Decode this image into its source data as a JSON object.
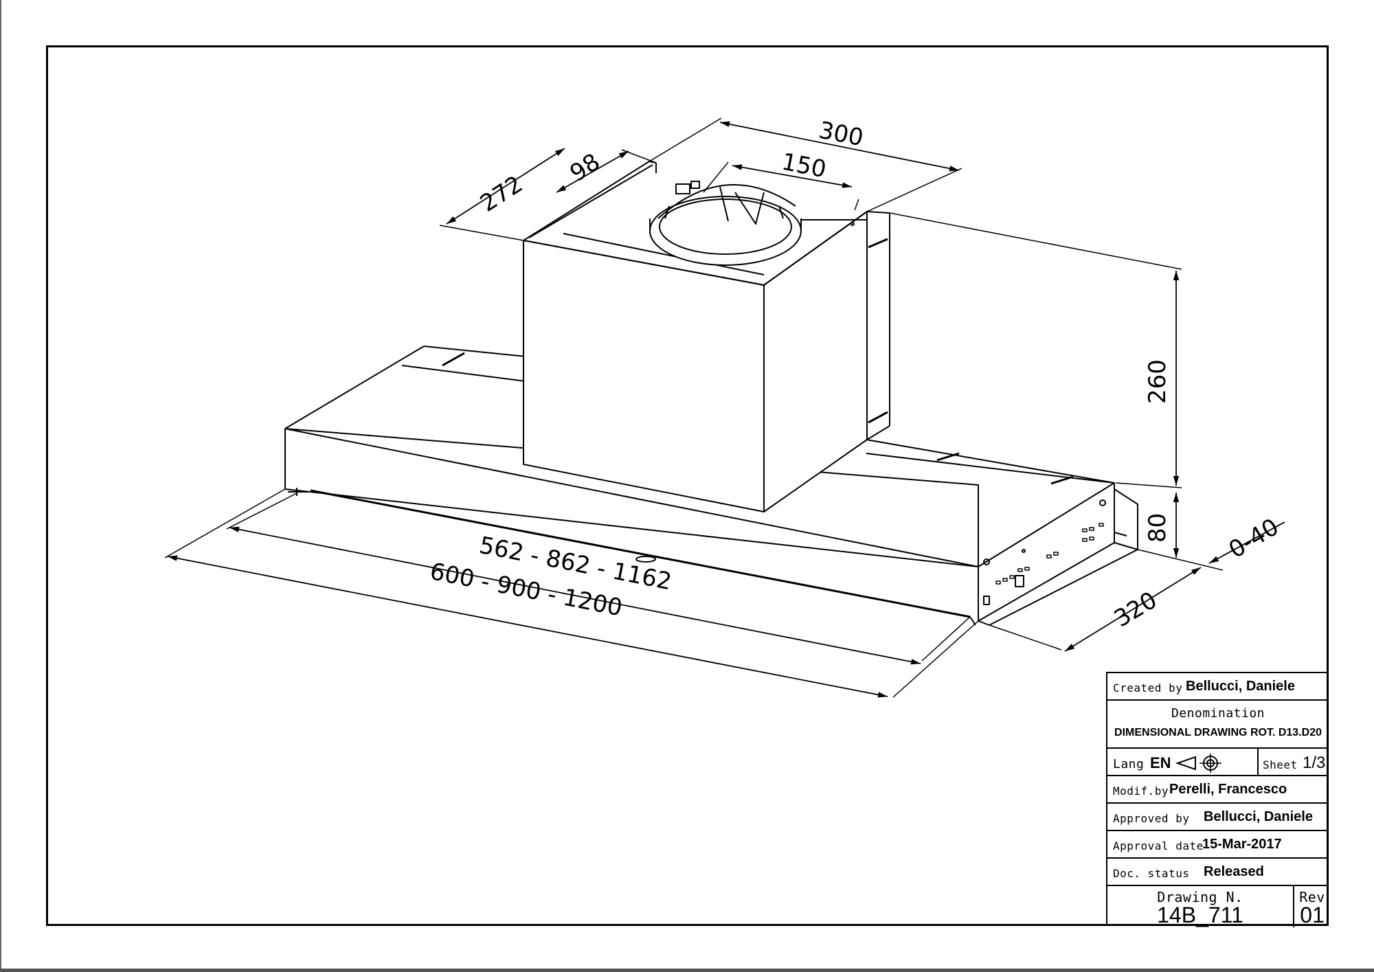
{
  "dimensions": {
    "d300": "300",
    "d272": "272",
    "d98": "98",
    "d150": "150",
    "d260": "260",
    "d80": "80",
    "d0_40": "0-40",
    "d320": "320",
    "d562": "562  -  862  -  1162",
    "d600": "600  -  900  -  1200"
  },
  "title_block": {
    "created_label": "Created by",
    "created_value": "Bellucci, Daniele",
    "denomination_label": "Denomination",
    "denomination_value": "DIMENSIONAL DRAWING ROT. D13.D20",
    "lang_label": "Lang",
    "lang_value": "EN",
    "sheet_label": "Sheet",
    "sheet_value": "1/3",
    "modif_label": "Modif.by",
    "modif_value": "Perelli, Francesco",
    "approved_label": "Approved by",
    "approved_value": "Bellucci, Daniele",
    "approval_date_label": "Approval date",
    "approval_date_value": "15-Mar-2017",
    "status_label": "Doc. status",
    "status_value": "Released",
    "drawing_label": "Drawing N.",
    "drawing_value": "14B_711",
    "rev_label": "Rev",
    "rev_value": "01"
  }
}
